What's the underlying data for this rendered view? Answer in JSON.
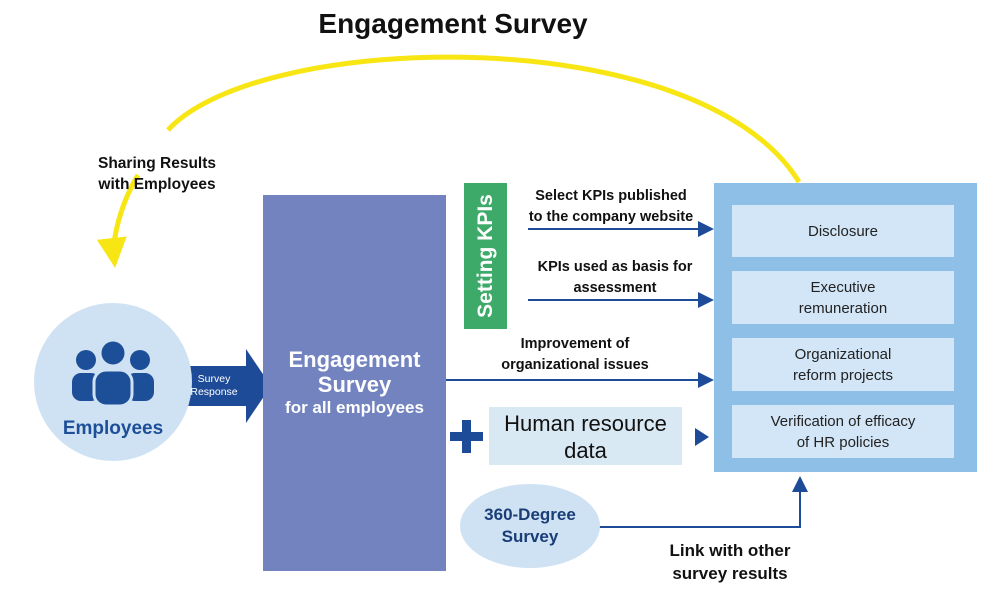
{
  "title": "Engagement Survey",
  "sharing_label": [
    "Sharing Results",
    "with Employees"
  ],
  "employees_label": "Employees",
  "survey_response": [
    "Survey",
    "Response"
  ],
  "survey_box": {
    "line1": "Engagement",
    "line2": "Survey",
    "line3": "for all employees"
  },
  "setting_kpis": "Setting KPIs",
  "arrow_labels": {
    "kpi_published": [
      "Select KPIs published",
      "to the company website"
    ],
    "kpi_assessment": [
      "KPIs used as basis for",
      "assessment"
    ],
    "improvement": [
      "Improvement of",
      "organizational issues"
    ],
    "link": [
      "Link with other",
      "survey results"
    ]
  },
  "human_resource": [
    "Human resource",
    "data"
  ],
  "degree_360": [
    "360-Degree",
    "Survey"
  ],
  "outcomes": [
    [
      "Disclosure"
    ],
    [
      "Executive",
      "remuneration"
    ],
    [
      "Organizational",
      "reform projects"
    ],
    [
      "Verification of efficacy",
      "of HR policies"
    ]
  ],
  "colors": {
    "arc": "#f7e614",
    "arrow": "#1e4b97",
    "survey_box": "#7383bf",
    "kpi_bar": "#3daa6a",
    "panel": "#8ebfe6",
    "panel_item": "#d3e6f7"
  }
}
